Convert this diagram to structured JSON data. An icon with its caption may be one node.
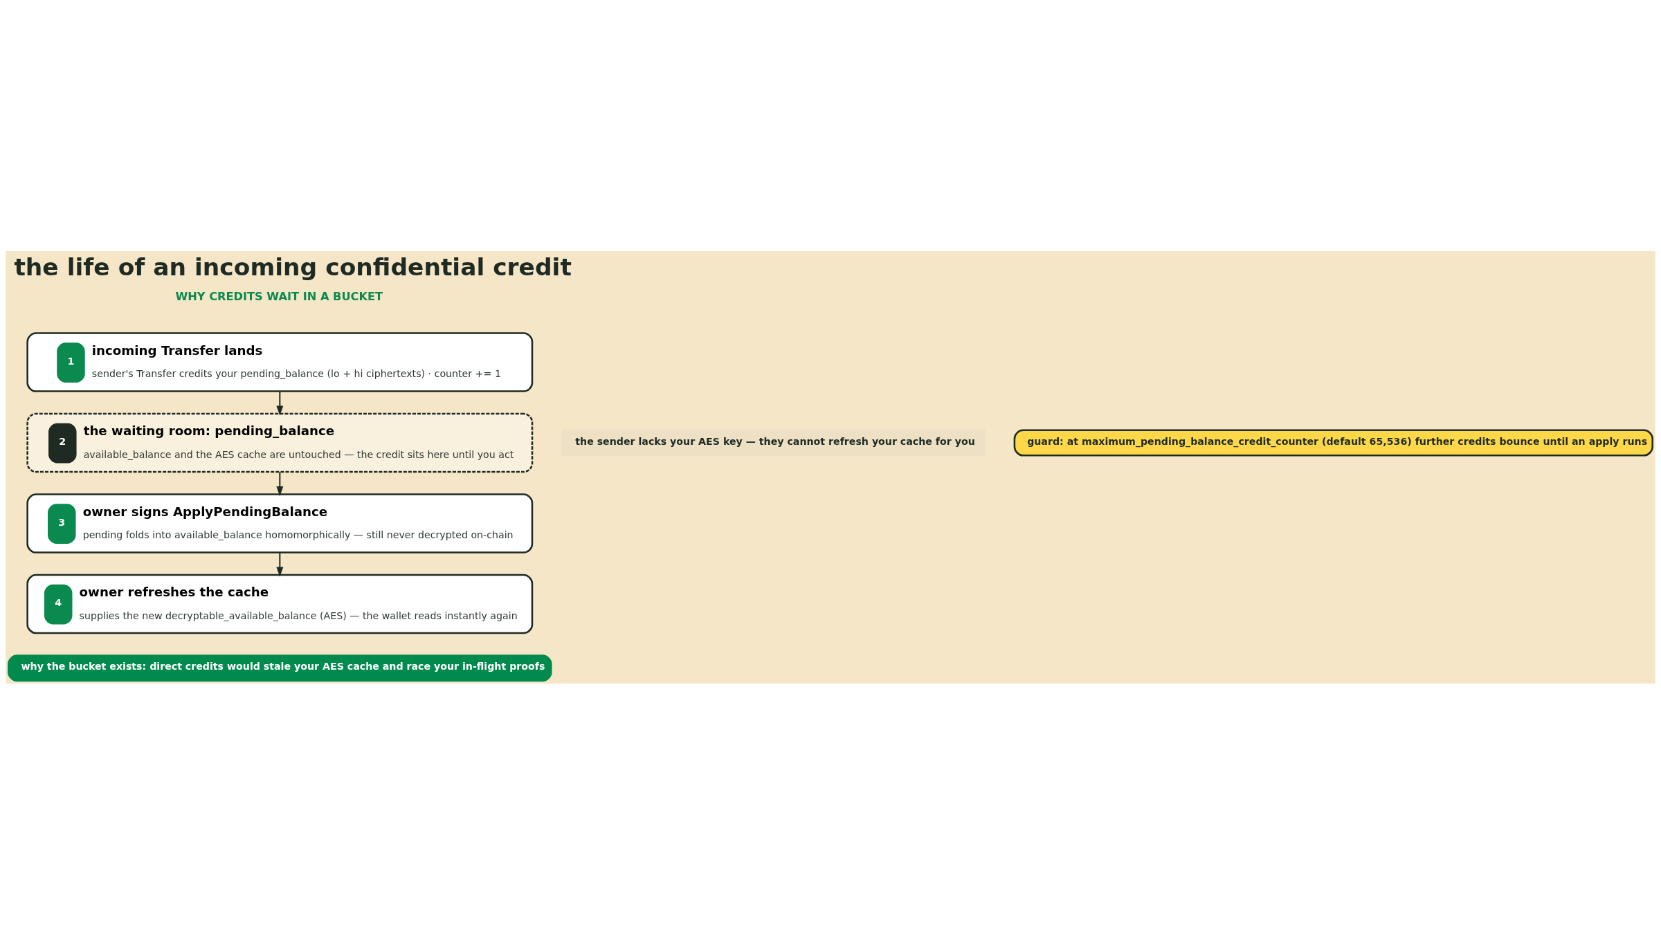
{
  "diagram": {
    "title": "the life of an incoming confidential credit",
    "nodes": [
      {
        "text": [
          "1",
          "incoming Transfer lands",
          "sender's Transfer credits your pending_balance (lo + hi ciphertexts) · counter += 1"
        ]
      },
      {
        "text": [
          "2",
          "the waiting room: pending_balance",
          "available_balance and the AES cache are untouched — the credit sits here until you act"
        ]
      },
      {
        "text": [
          "3",
          "owner signs ApplyPendingBalance",
          "pending folds into available_balance homomorphically — still never decrypted on-chain"
        ]
      },
      {
        "text": [
          "4",
          "owner refreshes the cache",
          "supplies the new decryptable_available_balance (AES) — the wallet reads instantly again"
        ]
      },
      {
        "text": [
          "the sender lacks your AES key — they cannot refresh your cache for you"
        ]
      },
      {
        "text": [
          "guard: at maximum_pending_balance_credit_counter (default 65,536) further credits bounce until an apply runs"
        ]
      },
      {
        "text": [
          "why the bucket exists: direct credits would stale your AES cache and race your in-flight proofs"
        ]
      }
    ],
    "edges": [
      {
        "from": 0,
        "to": 1,
        "arrow": "to"
      },
      {
        "from": 1,
        "to": 2,
        "arrow": "to"
      },
      {
        "from": 2,
        "to": 3,
        "arrow": "to"
      }
    ],
    "labels": [
      "WHY CREDITS WAIT IN A BUCKET"
    ]
  }
}
